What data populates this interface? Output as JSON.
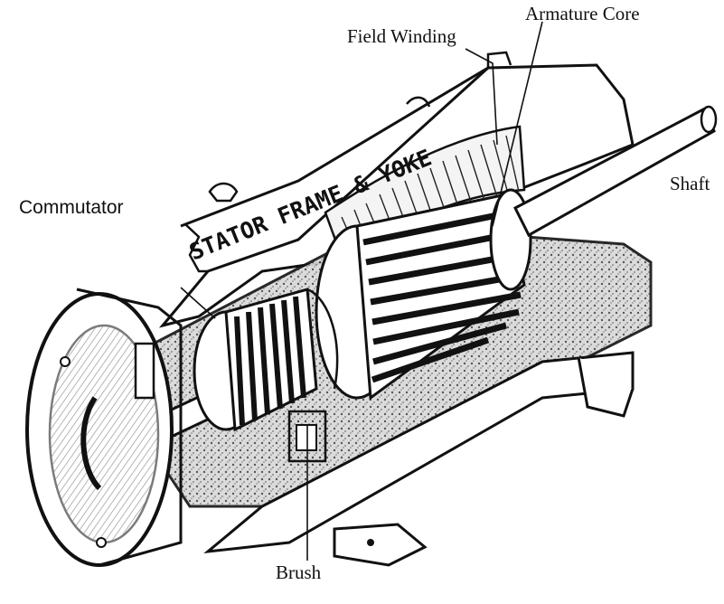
{
  "diagram": {
    "labels": {
      "commutator": "Commutator",
      "field_winding": "Field Winding",
      "armature_core": "Armature Core",
      "shaft": "Shaft",
      "brush": "Brush"
    },
    "handwritten_text": "STATOR FRAME & YOKE"
  },
  "colors": {
    "ink": "#111111",
    "background": "#ffffff"
  }
}
